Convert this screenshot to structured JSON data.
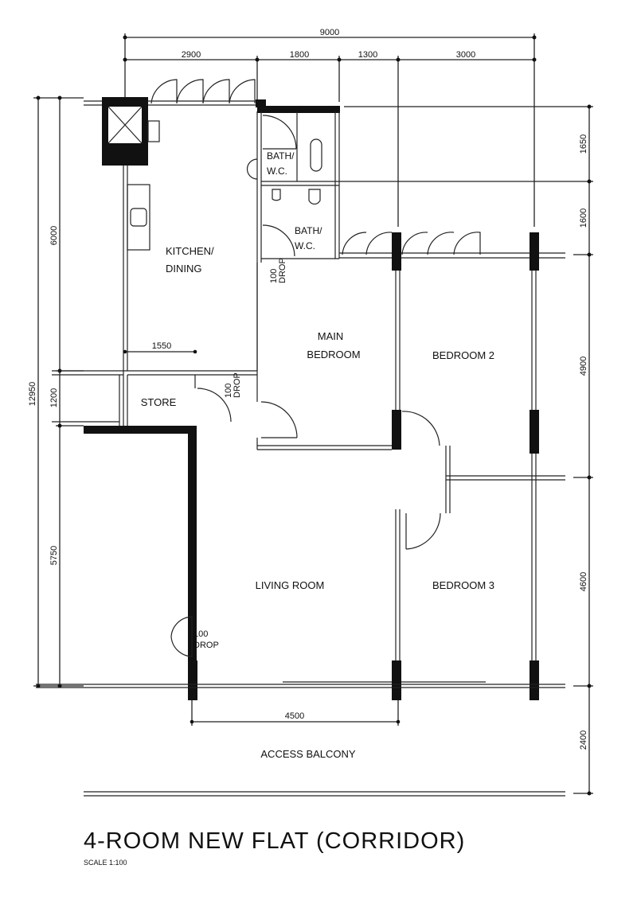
{
  "title": "4-ROOM NEW FLAT (CORRIDOR)",
  "scale": "SCALE  1:100",
  "dimensions": {
    "top_total": "9000",
    "top": [
      "2900",
      "1800",
      "1300",
      "3000"
    ],
    "left_total": "12950",
    "left": [
      "6000",
      "1200",
      "5750"
    ],
    "right": [
      "1650",
      "1600",
      "4900",
      "4600",
      "2400"
    ],
    "store_width": "1550",
    "living_width": "4500"
  },
  "rooms": {
    "kitchen_1": "KITCHEN/",
    "kitchen_2": "DINING",
    "bath1_1": "BATH/",
    "bath1_2": "W.C.",
    "bath2_1": "BATH/",
    "bath2_2": "W.C.",
    "main_bed_1": "MAIN",
    "main_bed_2": "BEDROOM",
    "bed2": "BEDROOM 2",
    "bed3": "BEDROOM 3",
    "store": "STORE",
    "living": "LIVING ROOM",
    "balcony": "ACCESS  BALCONY"
  },
  "drops": {
    "a_num": "100",
    "a_txt": "DROP",
    "b_num": "100",
    "b_txt": "DROP",
    "c_num": "100",
    "c_txt": "DROP"
  }
}
